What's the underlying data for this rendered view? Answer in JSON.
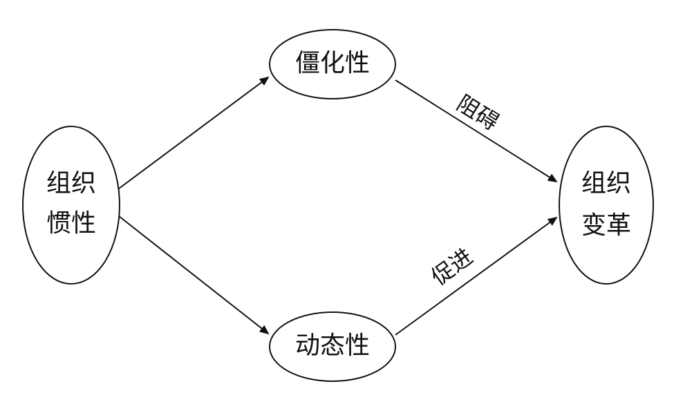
{
  "diagram": {
    "nodes": {
      "org_inertia": {
        "line1": "组织",
        "line2": "惯性"
      },
      "rigidity": {
        "label": "僵化性"
      },
      "dynamism": {
        "label": "动态性"
      },
      "org_change": {
        "line1": "组织",
        "line2": "变革"
      }
    },
    "edges": {
      "hinder": {
        "label": "阻碍"
      },
      "promote": {
        "label": "促进"
      }
    },
    "colors": {
      "stroke": "#111111",
      "background": "#ffffff"
    }
  }
}
